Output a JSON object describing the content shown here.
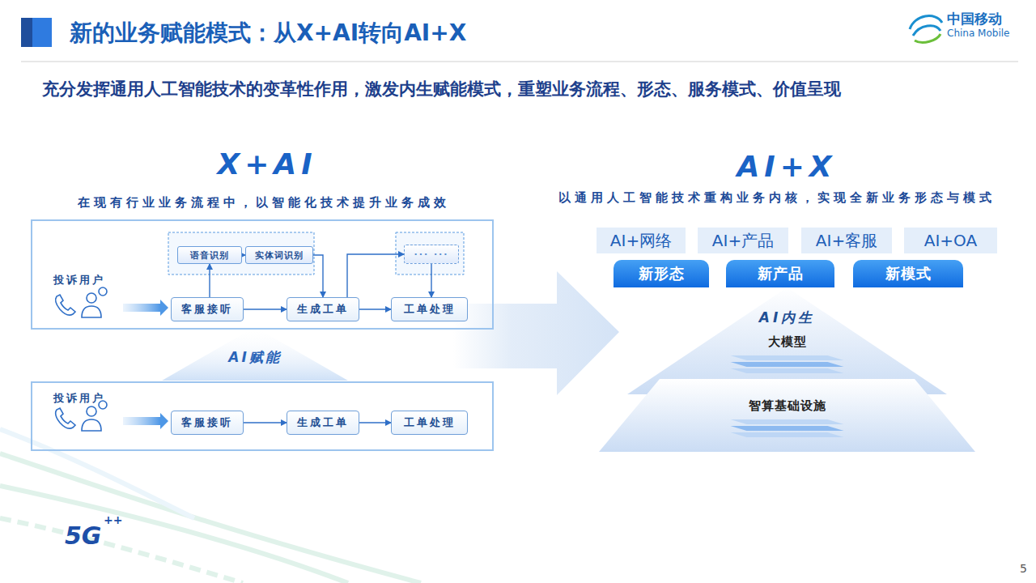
{
  "diagram": {
    "title": "新的业务赋能模式：从X+AI转向AI+X",
    "nodes": [
      {
        "text": [
          "投诉用户"
        ]
      },
      {
        "text": [
          "语音识别"
        ],
        "in": 0
      },
      {
        "text": [
          "实体词识别"
        ],
        "in": 0
      },
      {
        "text": [
          "··· ···"
        ],
        "in": 0
      },
      {
        "text": [
          "客服接听"
        ],
        "in": 0
      },
      {
        "text": [
          "生成工单"
        ],
        "in": 0
      },
      {
        "text": [
          "工单处理"
        ],
        "in": 0
      },
      {
        "text": [
          "投诉用户"
        ]
      },
      {
        "text": [
          "客服接听"
        ],
        "in": 7
      },
      {
        "text": [
          "生成工单"
        ],
        "in": 7
      },
      {
        "text": [
          "工单处理"
        ],
        "in": 7
      },
      {
        "text": [
          "AI+网络"
        ]
      },
      {
        "text": [
          "AI+产品"
        ]
      },
      {
        "text": [
          "AI+客服"
        ]
      },
      {
        "text": [
          "AI+OA"
        ]
      },
      {
        "text": [
          "新形态"
        ]
      },
      {
        "text": [
          "新产品"
        ]
      },
      {
        "text": [
          "新模式"
        ]
      },
      {
        "text": [
          "AI内生",
          "大模型"
        ]
      },
      {
        "text": [
          "智算基础设施"
        ]
      }
    ],
    "edges": [
      {
        "from": 4,
        "to": 1,
        "arrow": "to"
      },
      {
        "from": 1,
        "to": 2,
        "arrow": "to"
      },
      {
        "from": 2,
        "to": 5,
        "arrow": "to"
      },
      {
        "from": 4,
        "to": 5,
        "arrow": "to"
      },
      {
        "from": 5,
        "to": 6,
        "arrow": "to"
      },
      {
        "from": 5,
        "to": 3,
        "arrow": "to"
      },
      {
        "from": 3,
        "to": 6,
        "arrow": "to"
      },
      {
        "from": 8,
        "to": 9,
        "arrow": "to"
      },
      {
        "from": 9,
        "to": 10,
        "arrow": "to"
      }
    ],
    "labels": [
      "中国移动",
      "China Mobile",
      "充分发挥通用人工智能技术的变革性作用，激发内生赋能模式，重塑业务流程、形态、服务模式、价值呈现",
      "X+AI",
      "在现有行业业务流程中，以智能化技术提升业务成效",
      "AI赋能",
      "AI+X",
      "以通用人工智能技术重构业务内核，实现全新业务形态与模式",
      "5G",
      "++",
      "5"
    ]
  }
}
